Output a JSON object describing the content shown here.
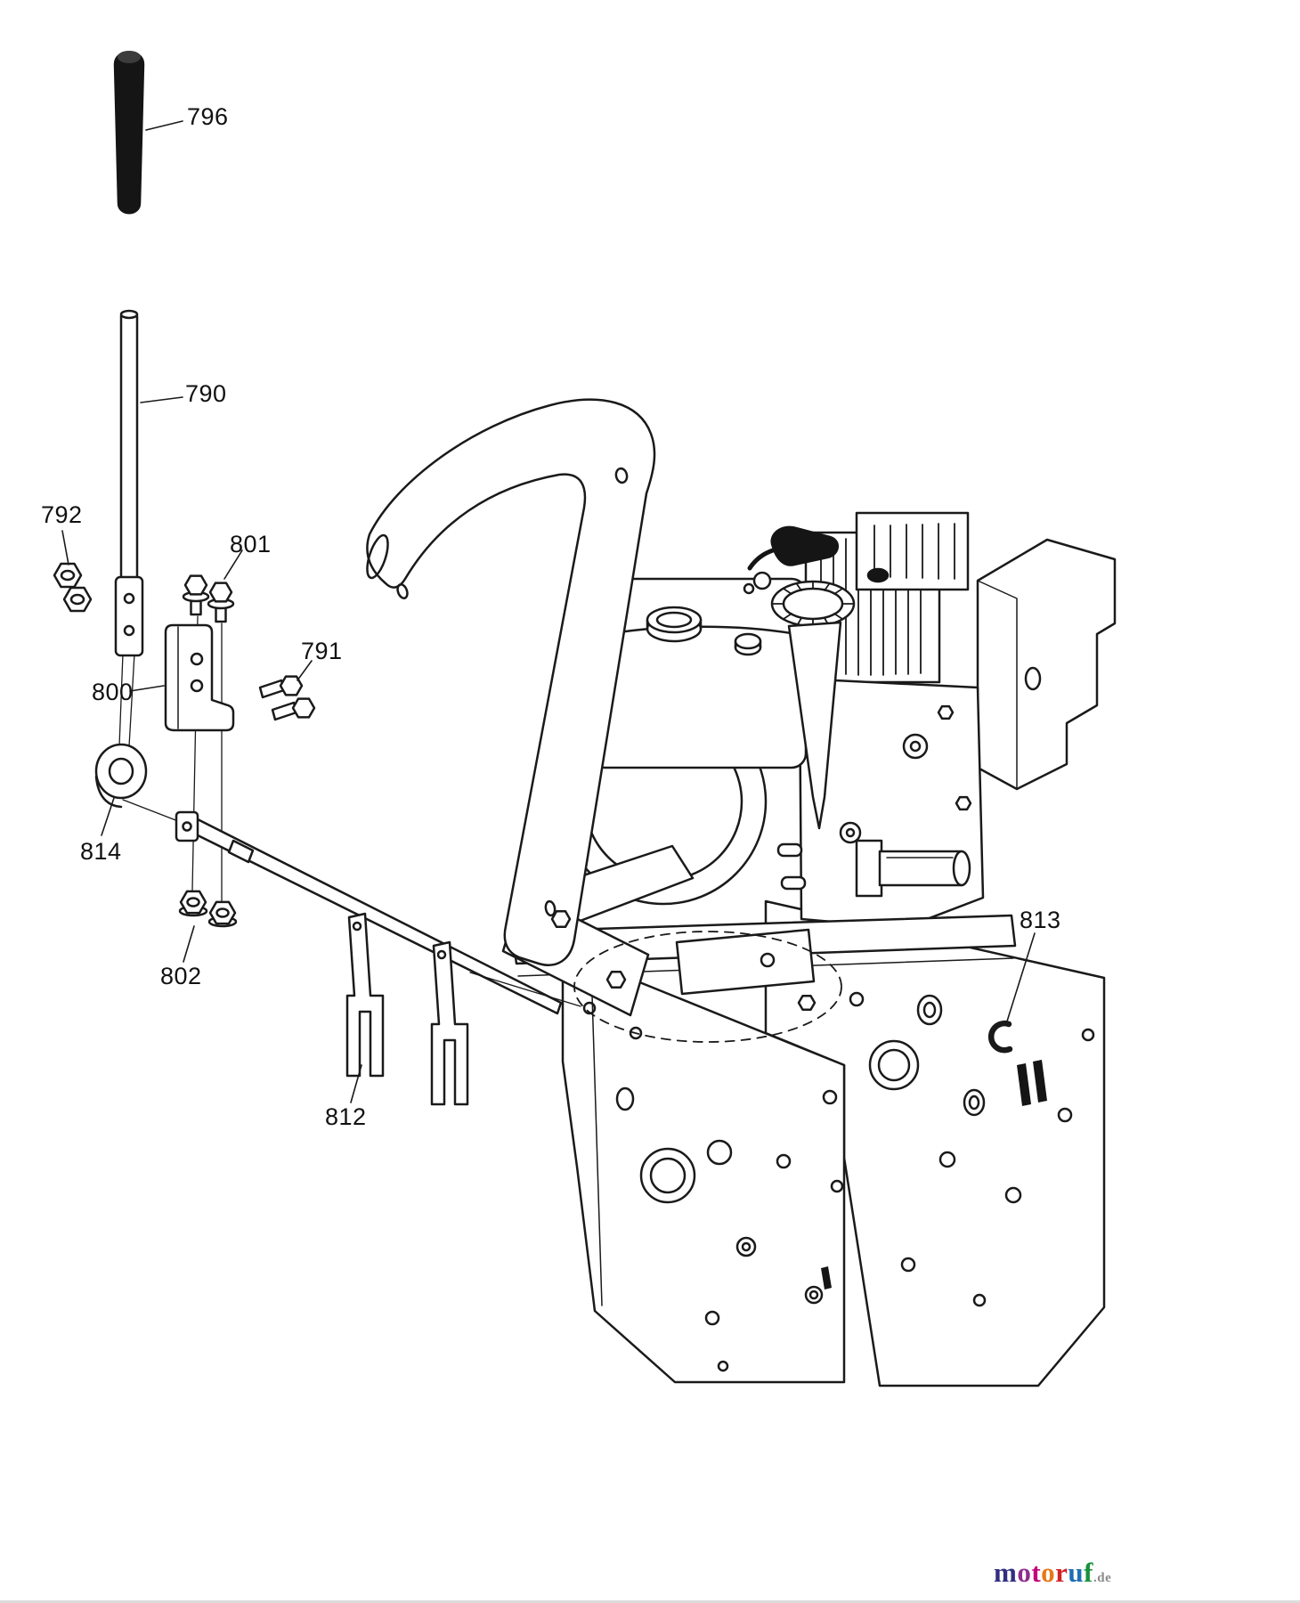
{
  "diagram": {
    "type": "exploded-parts-diagram",
    "subject": "snow-thrower engine and frame assembly",
    "ink": "#1a1a1a",
    "labels": [
      {
        "id": "796"
      },
      {
        "id": "790"
      },
      {
        "id": "792"
      },
      {
        "id": "801"
      },
      {
        "id": "791"
      },
      {
        "id": "800"
      },
      {
        "id": "814"
      },
      {
        "id": "802"
      },
      {
        "id": "812"
      },
      {
        "id": "813"
      }
    ]
  },
  "watermark": {
    "suffix": ".de",
    "letters": [
      {
        "char": "m",
        "css": "color:#312e82"
      },
      {
        "char": "o",
        "css": "color:#8f2c8f"
      },
      {
        "char": "t",
        "css": "color:#c4007a"
      },
      {
        "char": "o",
        "css": "color:#e77817"
      },
      {
        "char": "r",
        "css": "color:#d22027"
      },
      {
        "char": "u",
        "css": "color:#1e6eb4"
      },
      {
        "char": "f",
        "css": "color:#19913d"
      }
    ]
  }
}
